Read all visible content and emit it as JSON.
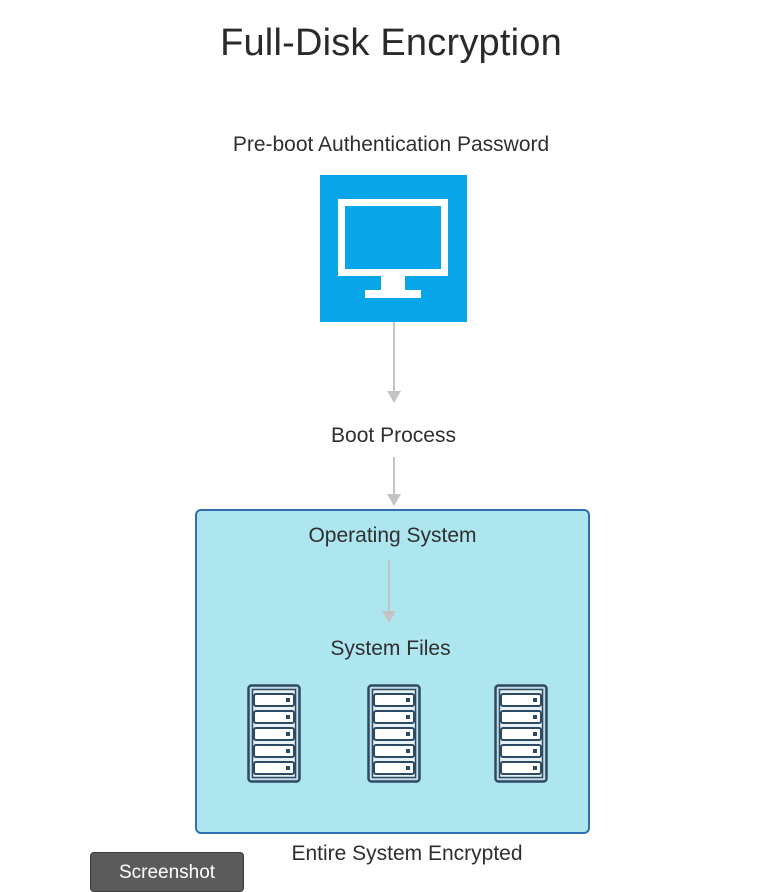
{
  "title": "Full-Disk Encryption",
  "nodes": {
    "preboot_label": "Pre-boot Authentication Password",
    "boot_label": "Boot Process",
    "os_label": "Operating System",
    "files_label": "System Files",
    "encrypted_label": "Entire System Encrypted"
  },
  "icons": {
    "computer": "computer-monitor-icon",
    "server": "server-rack-icon",
    "server_count": 3
  },
  "colors": {
    "monitor_bg": "#08a6e8",
    "os_box_fill": "#aee6ef",
    "os_box_border": "#2f6eb3",
    "arrow": "#c4c4c4"
  },
  "overlay": {
    "screenshot_button": "Screenshot"
  }
}
